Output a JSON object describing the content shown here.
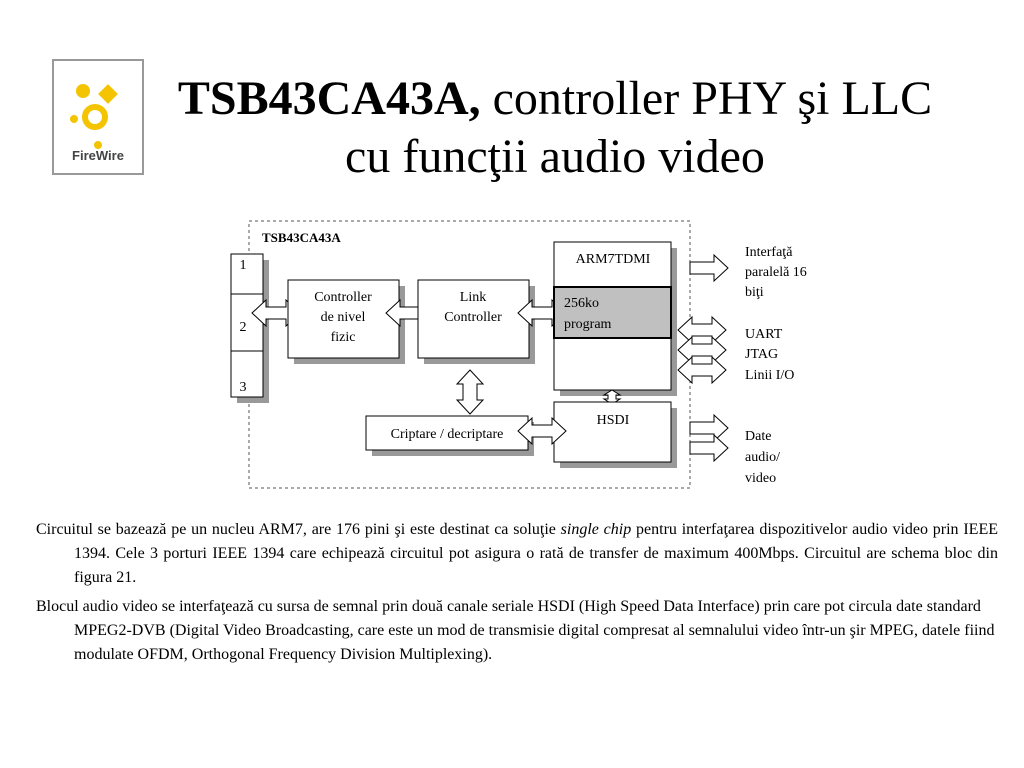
{
  "logo": {
    "text": "FireWire",
    "icon": "firewire-logo-icon",
    "accent_color": "#f5c400"
  },
  "title": {
    "part_bold": "TSB43CA43A,",
    "part_rest": " controller PHY  şi LLC cu funcţii audio video"
  },
  "diagram": {
    "chip_label": "TSB43CA43A",
    "ports": [
      "1",
      "2",
      "3"
    ],
    "phy_controller": [
      "Controller",
      "de nivel",
      "fizic"
    ],
    "link_controller": [
      "Link",
      "Controller"
    ],
    "arm": "ARM7TDMI",
    "program_memory": [
      "256ko",
      "program"
    ],
    "hsdi": "HSDI",
    "crypto": "Criptare / decriptare",
    "outputs": {
      "parallel": [
        "Interfaţă",
        "paralelă 16",
        "biţi"
      ],
      "serial": [
        "UART",
        "JTAG",
        "Linii I/O"
      ],
      "av": [
        "Date",
        "audio/",
        "video"
      ]
    },
    "colors": {
      "shadow": "#999999",
      "memory_fill": "#c0c0c0",
      "border": "#000000"
    }
  },
  "body": {
    "p1_a": "Circuitul se bazează pe un nucleu ARM7, are 176 pini şi este destinat ca soluţie ",
    "p1_em": "single chip",
    "p1_b": " pentru interfaţarea dispozitivelor audio video prin IEEE 1394. Cele 3 porturi IEEE 1394 care echipează circuitul pot asigura o rată de transfer de maximum 400Mbps. Circuitul are schema bloc din figura 21.",
    "p2": "Blocul audio video se interfaţează cu sursa de semnal prin două canale seriale HSDI (High Speed Data Interface) prin care pot circula date standard MPEG2-DVB (Digital Video Broadcasting, care este un mod de transmisie digital compresat al semnalului video într-un şir MPEG, datele fiind modulate OFDM, Orthogonal Frequency Division Multiplexing)."
  }
}
